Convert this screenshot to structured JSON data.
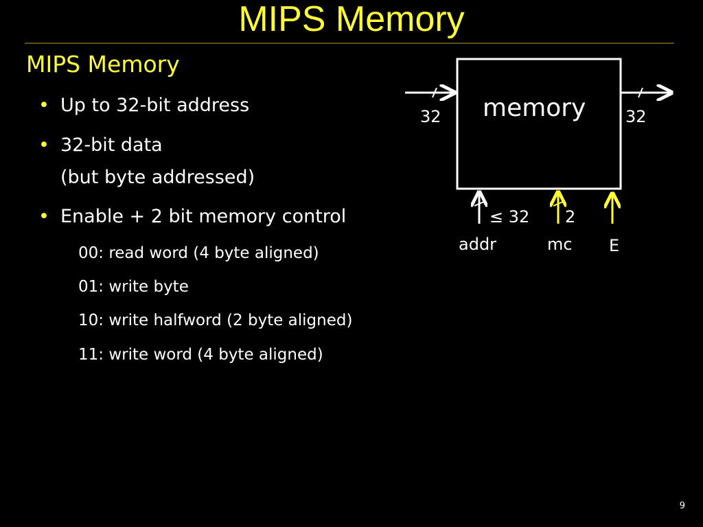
{
  "slide": {
    "title": "MIPS Memory",
    "subtitle": "MIPS Memory",
    "page_number": "9"
  },
  "bullets": [
    {
      "lines": [
        "Up to 32-bit address"
      ]
    },
    {
      "lines": [
        "32-bit data",
        "(but byte addressed)"
      ]
    },
    {
      "lines": [
        "Enable + 2 bit memory control"
      ]
    }
  ],
  "sub_items": [
    "00: read word (4 byte aligned)",
    "01: write byte",
    "10: write halfword  (2 byte aligned)",
    "11: write word (4 byte aligned)"
  ],
  "diagram": {
    "box_label": "memory",
    "input_width": "32",
    "output_width": "32",
    "addr_width": "≤ 32",
    "addr_label": "addr",
    "mc_width": "2",
    "mc_label": "mc",
    "enable_label": "E"
  },
  "colors": {
    "accent": "#ffff33",
    "background": "#000000",
    "text": "#ffffff",
    "rule": "#5c5414"
  }
}
